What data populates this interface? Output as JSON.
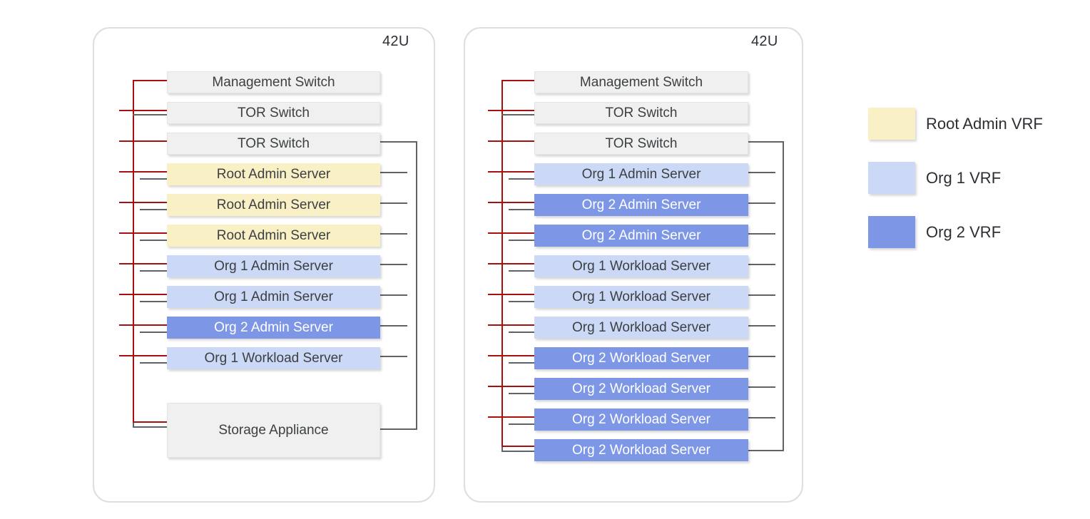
{
  "colors": {
    "mgmt_network_red": "#A8100F",
    "data_network_gray": "#5F6368",
    "switch_gray": "#F0F0F0",
    "root_admin_vrf": "#FAF0C5",
    "org1_vrf": "#CBD8F6",
    "org2_vrf": "#7D97E6",
    "rack_border": "#DCDEE3",
    "text_dark": "#3C4043",
    "text_on_org2": "#FFFFFF"
  },
  "racks": [
    {
      "capacity_label": "42U",
      "units": [
        {
          "label": "Management Switch",
          "kind": "switch"
        },
        {
          "label": "TOR Switch",
          "kind": "switch"
        },
        {
          "label": "TOR Switch",
          "kind": "switch"
        },
        {
          "label": "Root Admin Server",
          "kind": "root_admin"
        },
        {
          "label": "Root Admin Server",
          "kind": "root_admin"
        },
        {
          "label": "Root Admin Server",
          "kind": "root_admin"
        },
        {
          "label": "Org 1 Admin Server",
          "kind": "org1"
        },
        {
          "label": "Org 1 Admin Server",
          "kind": "org1"
        },
        {
          "label": "Org 2 Admin Server",
          "kind": "org2"
        },
        {
          "label": "Org 1 Workload Server",
          "kind": "org1"
        },
        {
          "label": "Storage Appliance",
          "kind": "storage"
        }
      ]
    },
    {
      "capacity_label": "42U",
      "units": [
        {
          "label": "Management Switch",
          "kind": "switch"
        },
        {
          "label": "TOR Switch",
          "kind": "switch"
        },
        {
          "label": "TOR Switch",
          "kind": "switch"
        },
        {
          "label": "Org 1 Admin Server",
          "kind": "org1"
        },
        {
          "label": "Org 2 Admin Server",
          "kind": "org2"
        },
        {
          "label": "Org 2 Admin Server",
          "kind": "org2"
        },
        {
          "label": "Org 1 Workload Server",
          "kind": "org1"
        },
        {
          "label": "Org 1 Workload Server",
          "kind": "org1"
        },
        {
          "label": "Org 1 Workload Server",
          "kind": "org1"
        },
        {
          "label": "Org 2 Workload Server",
          "kind": "org2"
        },
        {
          "label": "Org 2 Workload Server",
          "kind": "org2"
        },
        {
          "label": "Org 2 Workload Server",
          "kind": "org2"
        },
        {
          "label": "Org 2 Workload Server",
          "kind": "org2"
        }
      ]
    }
  ],
  "legend": {
    "items": [
      {
        "label": "Root Admin VRF",
        "color": "#FAF0C5"
      },
      {
        "label": "Org 1 VRF",
        "color": "#CBD8F6"
      },
      {
        "label": "Org 2 VRF",
        "color": "#7D97E6"
      }
    ]
  }
}
